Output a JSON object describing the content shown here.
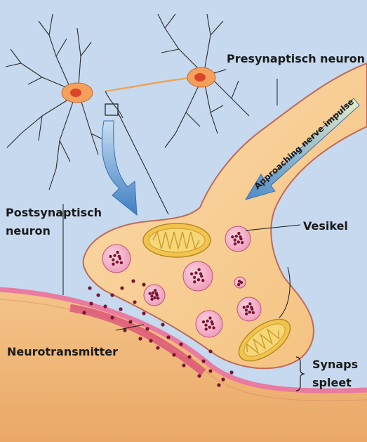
{
  "labels": {
    "presynaptic": "Presynaptisch neuron",
    "postsynaptic_line1": "Postsynaptisch",
    "postsynaptic_line2": "neuron",
    "vesicle": "Vesikel",
    "neurotransmitter": "Neurotransmitter",
    "cleft_line1": "Synaps",
    "cleft_line2": "spleet",
    "impulse": "Approaching nerve impulse"
  },
  "colors": {
    "background": "#c6d9ee",
    "axon_fill": "#f8cf93",
    "axon_edge": "#c06a5a",
    "postsynaptic_fill": "#f2bb7b",
    "membrane": "#e97aa0",
    "vesicle_fill": "#f4b6cc",
    "vesicle_dot": "#7a1530",
    "mitochondrion": "#f2c44e",
    "neuron_body": "#f5a05a",
    "neuron_lines": "#2b2b2b",
    "arrow": "#4b86c7"
  },
  "icons": [
    "neuron-cell-icon",
    "vesicle-icon",
    "mitochondrion-icon",
    "arrow-icon"
  ]
}
